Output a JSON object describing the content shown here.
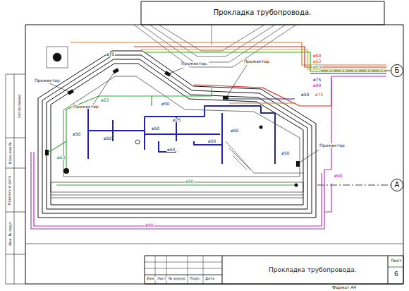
{
  "diagram": {
    "title": "Прокладка трубопровода.",
    "nodes": [
      {
        "text": [
          "Б"
        ]
      },
      {
        "text": [
          "А"
        ]
      }
    ],
    "labels": [
      "Прожектор",
      "Прожектор",
      "Прожектор.",
      "Прожектор.",
      "Прожектор",
      "ø75",
      "ø63",
      "ø50",
      "ø75",
      "ø50",
      "ø50",
      "ø50",
      "ø50",
      "ø50",
      "ø50",
      "ø50",
      "ø63",
      "ø50",
      "ø90",
      "ø90",
      "ø50",
      "ø63",
      "ø63",
      "ø75",
      "ø90",
      "ø50",
      "ø75",
      "Изм.",
      "Лист",
      "№ докум.",
      "Подп.",
      "Дата",
      "Прокладка трубопровода.",
      "Лист",
      "6",
      "Формат А4",
      "Инв. № подл.",
      "Подпись и дата",
      "Взам.инв №",
      "Согласовано"
    ]
  }
}
